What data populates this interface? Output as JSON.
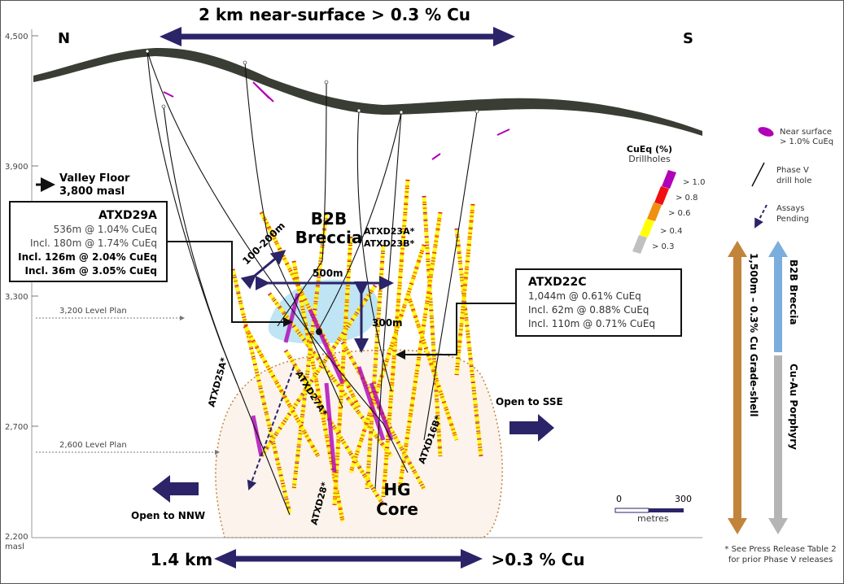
{
  "header": {
    "top_span": "2 km near-surface > 0.3 % Cu",
    "north": "N",
    "south": "S"
  },
  "axis": {
    "ticks": [
      "4,500",
      "3,900",
      "3,300",
      "2,700",
      "2,200"
    ],
    "unit": "masl"
  },
  "valley_floor": {
    "line1": "Valley Floor",
    "line2": "3,800 masl"
  },
  "level_plans": [
    "3,200 Level Plan",
    "2,600 Level Plan"
  ],
  "callout_29a": {
    "title": "ATXD29A",
    "lines": [
      "536m @ 1.04% CuEq",
      "Incl. 180m @ 1.74% CuEq"
    ],
    "bold_lines": [
      "Incl. 126m @ 2.04% CuEq",
      "Incl. 36m @ 3.05% CuEq"
    ]
  },
  "callout_22c": {
    "title": "ATXD22C",
    "lines": [
      "1,044m @ 0.61% CuEq",
      "Incl. 62m @ 0.88% CuEq",
      "Incl. 110m @ 0.71% CuEq"
    ]
  },
  "zones": {
    "b2b_1": "B2B",
    "b2b_2": "Breccia",
    "hg_1": "HG",
    "hg_2": "Core"
  },
  "dimensions": {
    "width_b2b": "100-200m",
    "len_500": "500m",
    "len_300": "300m"
  },
  "holes": {
    "h25a": "ATXD25A*",
    "h27a": "ATXD27A*",
    "h28": "ATXD28*",
    "h16b": "ATXD16B*",
    "h23a": "ATXD23A*",
    "h23b": "ATXD23B*"
  },
  "open": {
    "sse": "Open to SSE",
    "nnw": "Open to NNW"
  },
  "legend": {
    "title": "CuEq (%)",
    "subtitle": "Drillholes",
    "grades": [
      "> 1.0",
      "> 0.8",
      "> 0.6",
      "> 0.4",
      "> 0.3"
    ],
    "grade_colors": [
      "#b000b8",
      "#f01010",
      "#f09010",
      "#ffff00",
      "#c0c0c0"
    ],
    "near_surface_1": "Near surface",
    "near_surface_2": "> 1.0% CuEq",
    "phase_v_1": "Phase V",
    "phase_v_2": "drill hole",
    "assays_1": "Assays",
    "assays_2": "Pending"
  },
  "vertical": {
    "grade_shell": "1,500m – 0.3% Cu Grade-shell",
    "b2b": "B2B Breccia",
    "porphyry": "Cu-Au Porphyry"
  },
  "scale": {
    "zero": "0",
    "max": "300",
    "unit": "metres"
  },
  "bottom": {
    "left": "1.4 km",
    "right": ">0.3 % Cu"
  },
  "footnote": {
    "line1": "* See Press Release Table 2",
    "line2": "for prior Phase V releases"
  },
  "colors": {
    "navy": "#2b2468",
    "brown": "#c2843a",
    "blue": "#7aaedc",
    "gray": "#b5b5b5",
    "breccia": "#bfe4f4",
    "shell": "#fbf3ec"
  }
}
